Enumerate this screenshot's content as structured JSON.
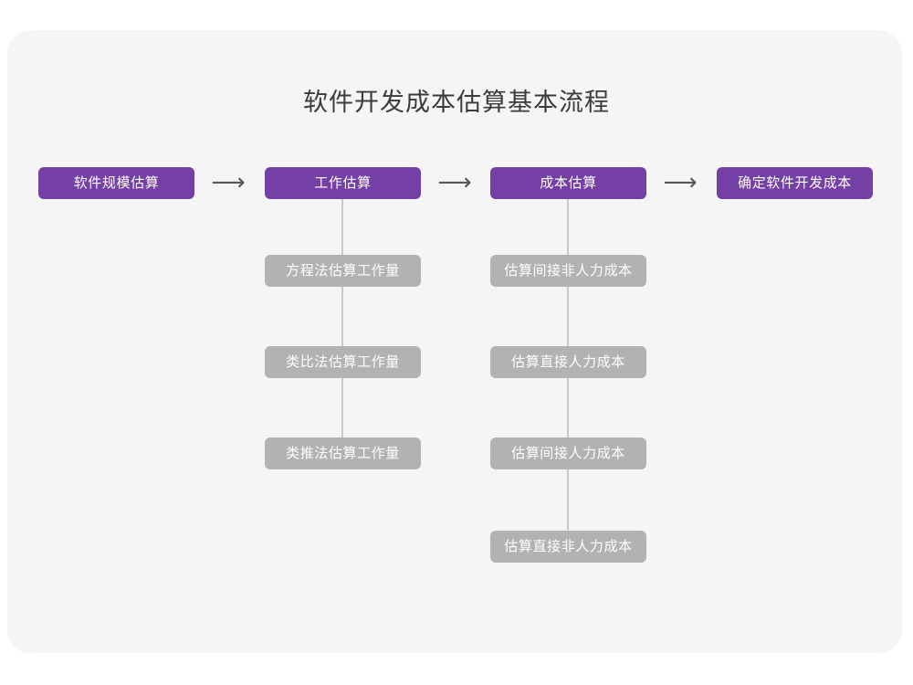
{
  "diagram": {
    "title": "软件开发成本估算基本流程",
    "type": "flowchart",
    "colors": {
      "canvas": "#ffffff",
      "card": "#f5f5f6",
      "stage_box": "#7540a5",
      "sub_box": "#b2b2b3",
      "connector": "#c9c9ca",
      "arrow": "#58585a",
      "title_text": "#3b3b3b",
      "box_text": "#ffffff"
    },
    "arrow_glyph": "⟶",
    "stages": [
      {
        "label": "软件规模估算",
        "substeps": []
      },
      {
        "label": "工作估算",
        "substeps": [
          "方程法估算工作量",
          "类比法估算工作量",
          "类推法估算工作量"
        ]
      },
      {
        "label": "成本估算",
        "substeps": [
          "估算间接非人力成本",
          "估算直接人力成本",
          "估算间接人力成本",
          "估算直接非人力成本"
        ]
      },
      {
        "label": "确定软件开发成本",
        "substeps": []
      }
    ],
    "arrows": [
      {
        "name": "arrow-1"
      },
      {
        "name": "arrow-2"
      },
      {
        "name": "arrow-3"
      }
    ]
  }
}
